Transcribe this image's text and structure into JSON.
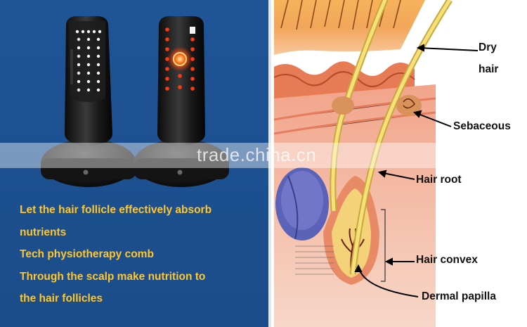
{
  "product": {
    "features": [
      "Let the hair follicle effectively absorb",
      "nutrients",
      "Tech physiotherapy comb",
      "Through the scalp make  nutrition to",
      "the hair follicles"
    ],
    "led_color": "#ff4a1a",
    "panel_color": "#1f5497",
    "text_color": "#ffc72a"
  },
  "diagram": {
    "labels": {
      "dry_hair_1": "Dry",
      "dry_hair_2": "hair",
      "sebaceous": "Sebaceous",
      "hair_root": "Hair root",
      "hair_convex": "Hair convex",
      "dermal_papilla": "Dermal papilla"
    }
  },
  "watermark": "trade.china.cn"
}
